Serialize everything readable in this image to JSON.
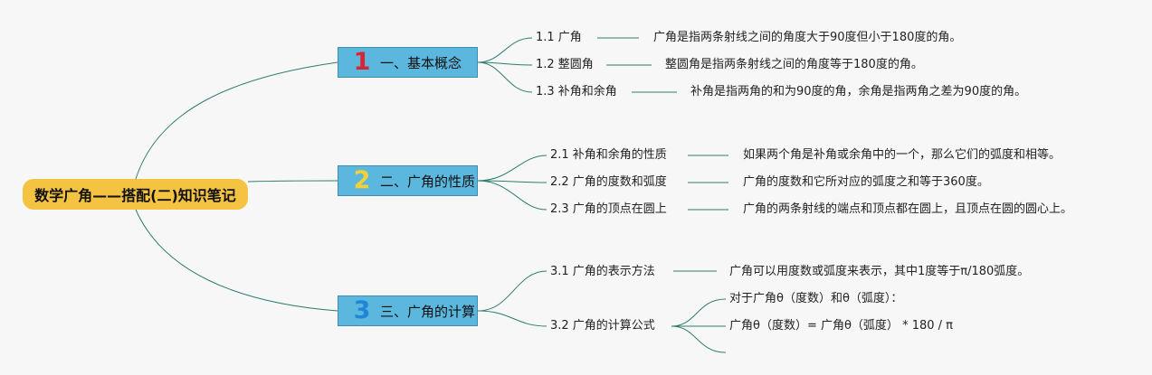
{
  "root": {
    "title": "数学广角——搭配(二)知识笔记"
  },
  "branches": [
    {
      "number": "1",
      "label": "一、基本概念",
      "number_color": "#d9252f",
      "items": [
        {
          "label": "1.1 广角",
          "desc": "广角是指两条射线之间的角度大于90度但小于180度的角。"
        },
        {
          "label": "1.2 整圆角",
          "desc": "整圆角是指两条射线之间的角度等于180度的角。"
        },
        {
          "label": "1.3 补角和余角",
          "desc": "补角是指两角的和为90度的角，余角是指两角之差为90度的角。"
        }
      ]
    },
    {
      "number": "2",
      "label": "二、广角的性质",
      "number_color": "#f2d13b",
      "items": [
        {
          "label": "2.1 补角和余角的性质",
          "desc": "如果两个角是补角或余角中的一个，那么它们的弧度和相等。"
        },
        {
          "label": "2.2 广角的度数和弧度",
          "desc": "广角的度数和它所对应的弧度之和等于360度。"
        },
        {
          "label": "2.3 广角的顶点在圆上",
          "desc": "广角的两条射线的端点和顶点都在圆上，且顶点在圆的圆心上。"
        }
      ]
    },
    {
      "number": "3",
      "label": "三、广角的计算",
      "number_color": "#1f86d6",
      "items": [
        {
          "label": "3.1 广角的表示方法",
          "desc": "广角可以用度数或弧度来表示，其中1度等于π/180弧度。"
        },
        {
          "label": "3.2 广角的计算公式",
          "subs": [
            "对于广角θ（度数）和θ（弧度）：",
            "广角θ（度数）= 广角θ（弧度） * 180 / π",
            ""
          ]
        }
      ]
    }
  ],
  "colors": {
    "line": "#2f7d6b",
    "root_bg": "#f5c342",
    "branch_bg": "#5bb7dd",
    "background": "#f7f7f7"
  }
}
